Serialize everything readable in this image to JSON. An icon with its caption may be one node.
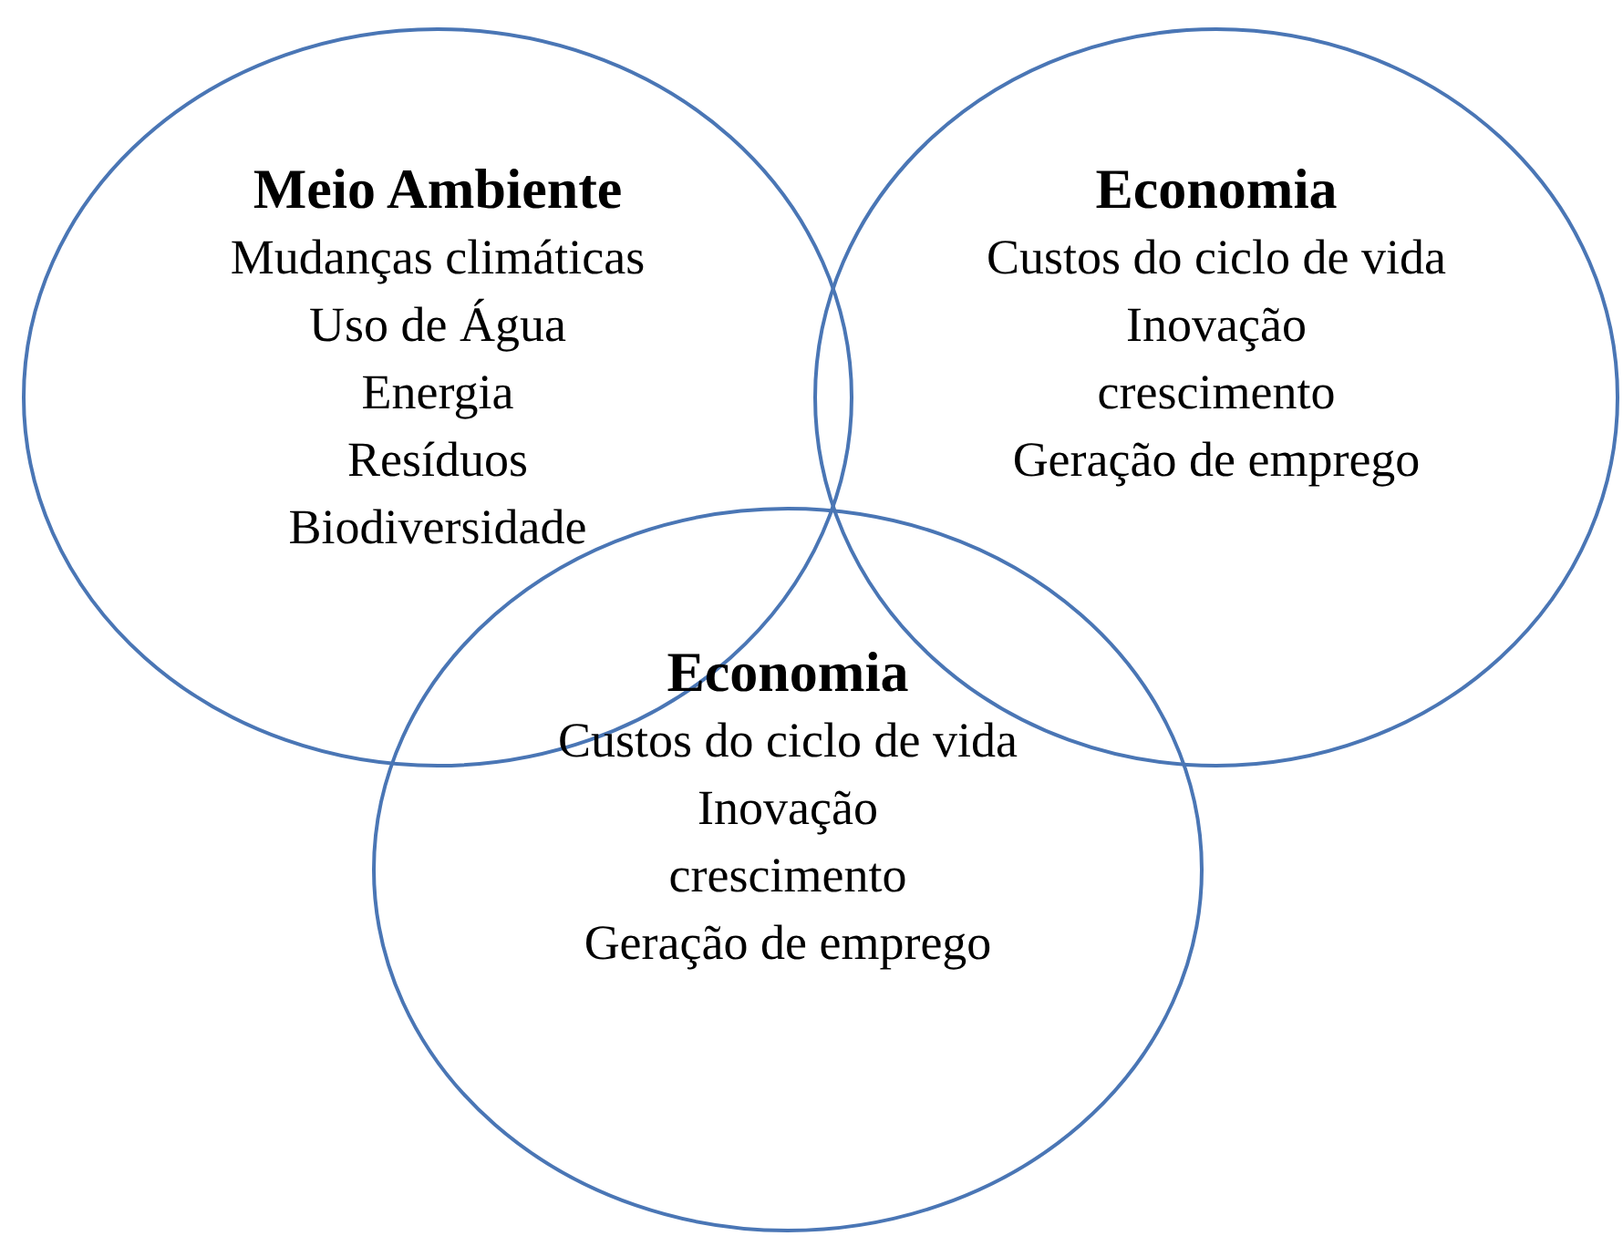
{
  "diagram": {
    "nodes": [
      {
        "text": [
          "Meio Ambiente",
          "Mudanças climáticas",
          "Uso de Água",
          "Energia",
          "Resíduos",
          "Biodiversidade"
        ]
      },
      {
        "text": [
          "Economia",
          "Custos do ciclo de vida",
          "Inovação",
          "crescimento",
          "Geração de emprego"
        ]
      },
      {
        "text": [
          "Economia",
          "Custos do ciclo de vida",
          "Inovação",
          "crescimento",
          "Geração de emprego"
        ]
      }
    ],
    "edges": []
  }
}
